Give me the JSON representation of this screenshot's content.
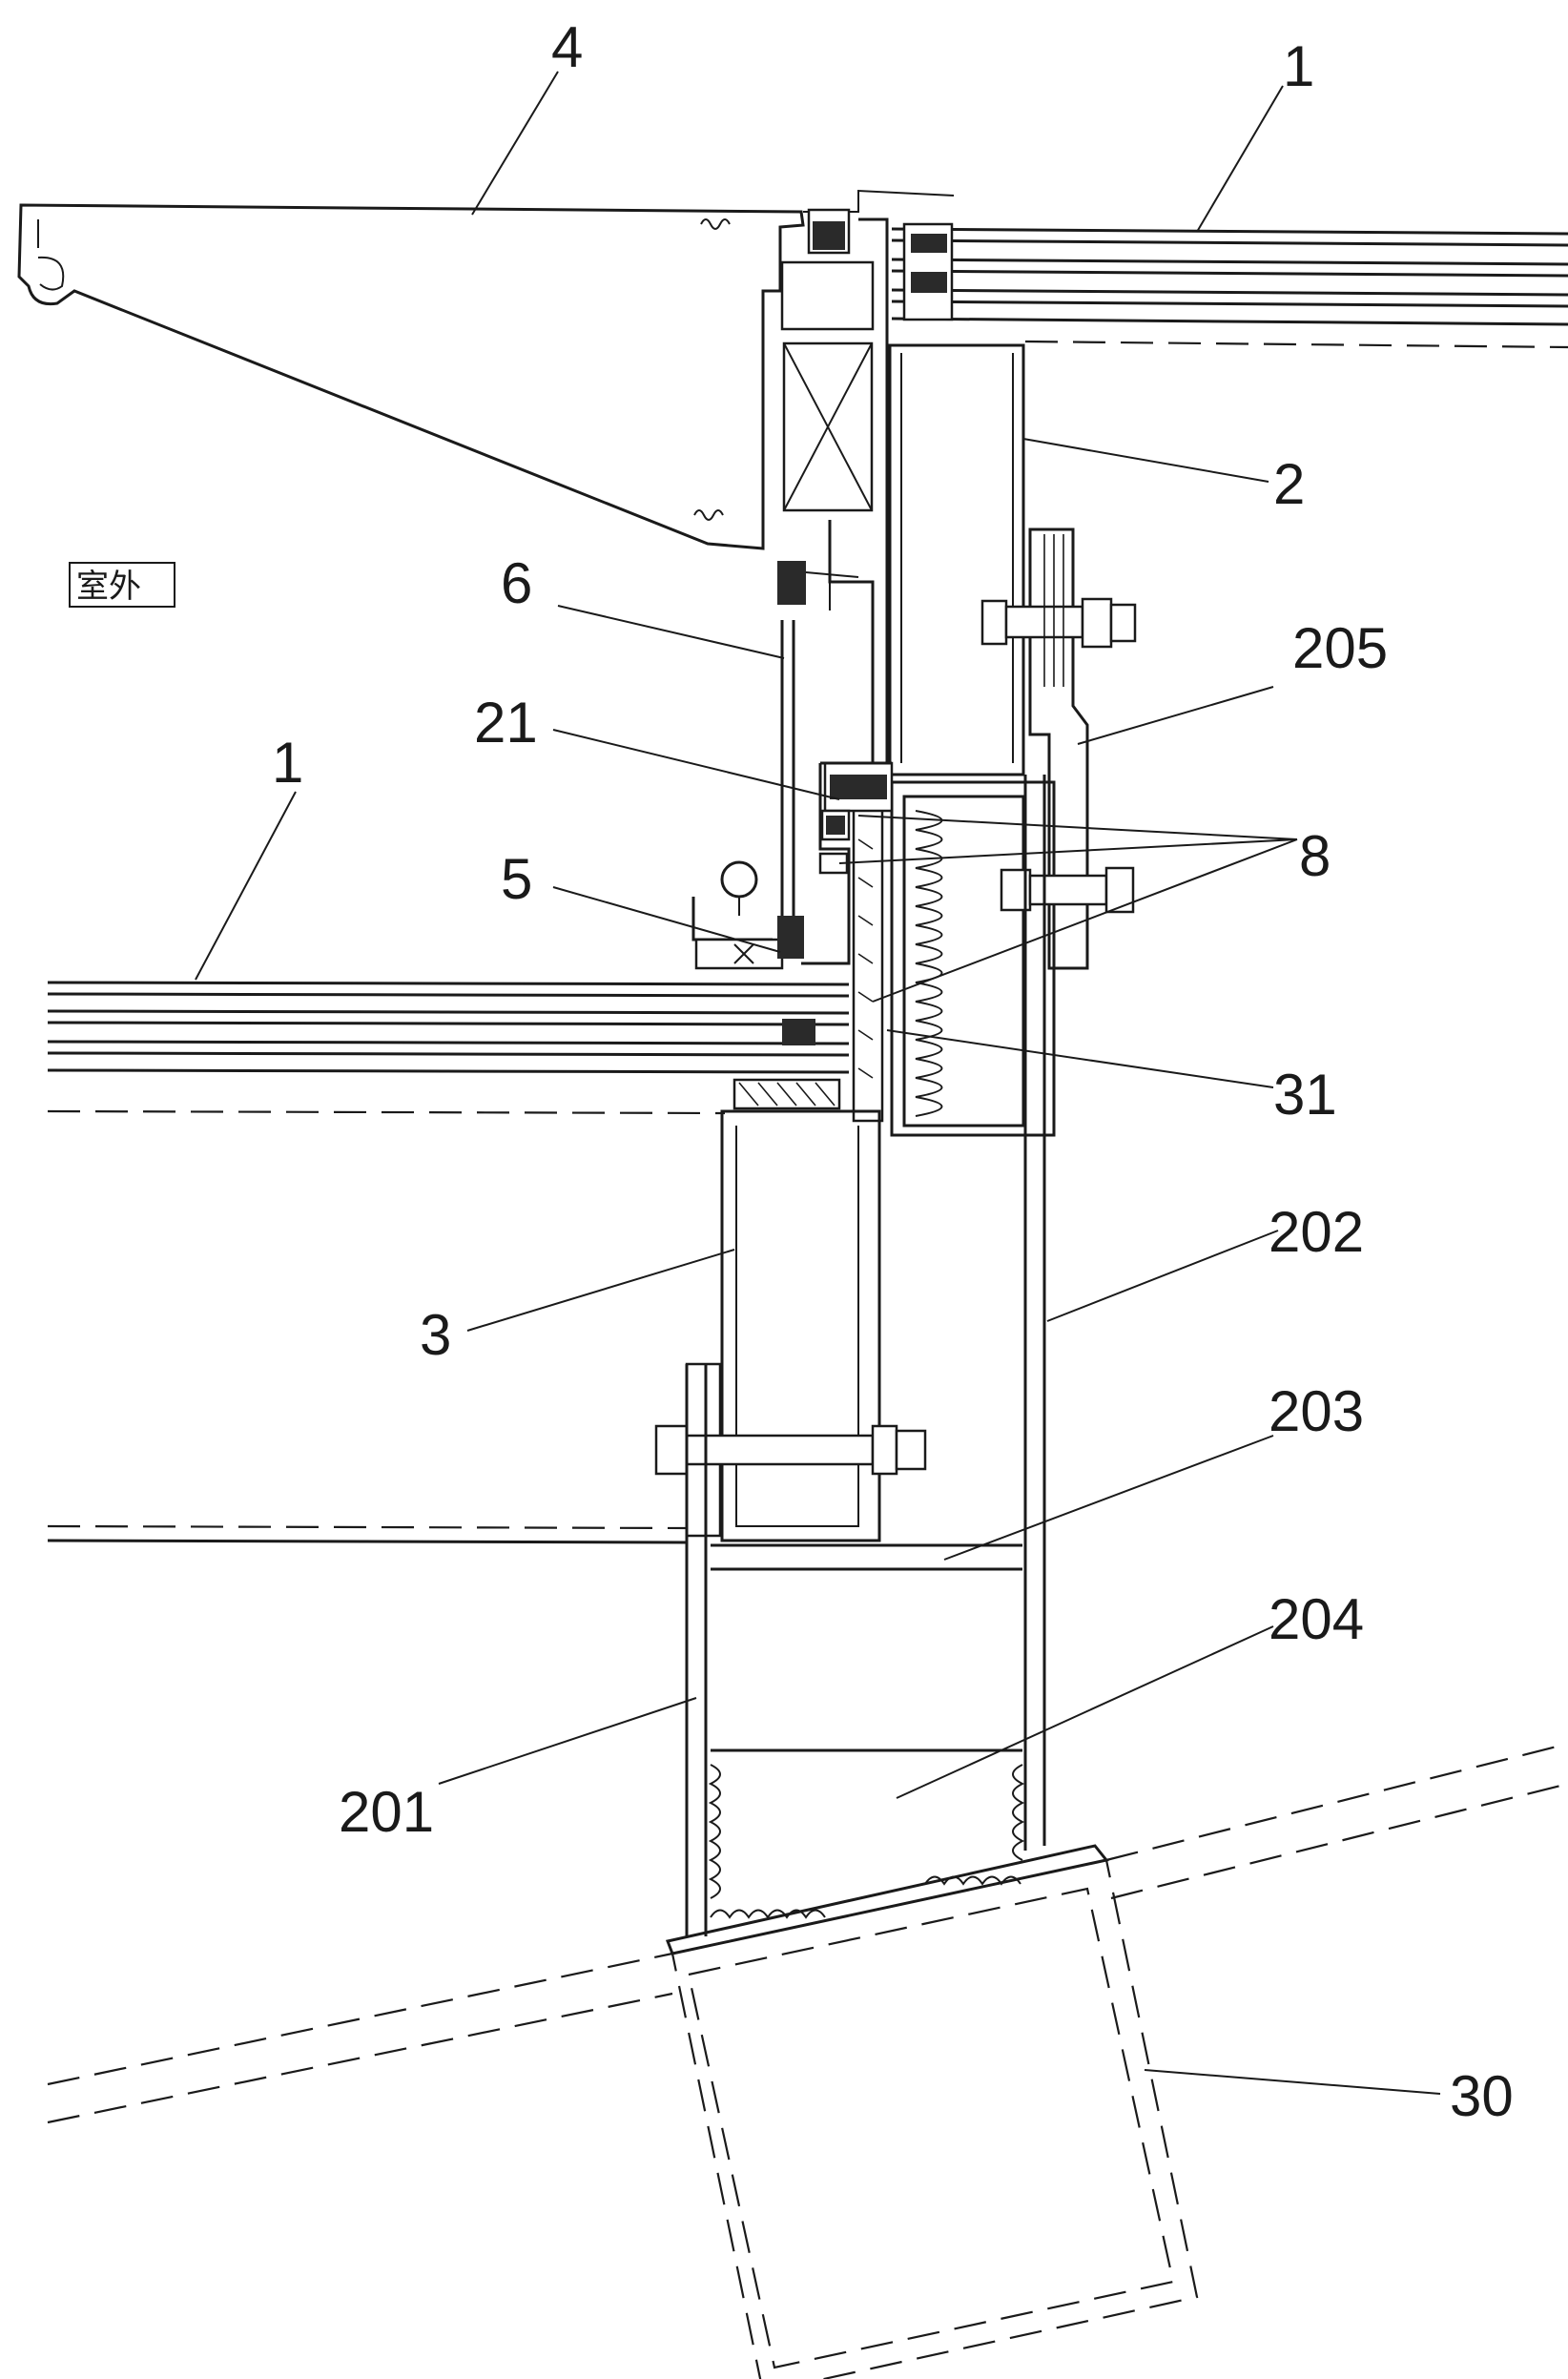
{
  "figure": {
    "area_label": "室外",
    "callouts": [
      {
        "id": "label-4",
        "text": "4"
      },
      {
        "id": "label-1-top",
        "text": "1"
      },
      {
        "id": "label-2",
        "text": "2"
      },
      {
        "id": "label-205",
        "text": "205"
      },
      {
        "id": "label-6",
        "text": "6"
      },
      {
        "id": "label-21",
        "text": "21"
      },
      {
        "id": "label-8",
        "text": "8"
      },
      {
        "id": "label-1-left",
        "text": "1"
      },
      {
        "id": "label-5",
        "text": "5"
      },
      {
        "id": "label-31",
        "text": "31"
      },
      {
        "id": "label-202",
        "text": "202"
      },
      {
        "id": "label-3",
        "text": "3"
      },
      {
        "id": "label-203",
        "text": "203"
      },
      {
        "id": "label-204",
        "text": "204"
      },
      {
        "id": "label-201",
        "text": "201"
      },
      {
        "id": "label-30",
        "text": "30"
      }
    ]
  },
  "colors": {
    "ink": "#1a1a1a",
    "background": "#ffffff"
  }
}
